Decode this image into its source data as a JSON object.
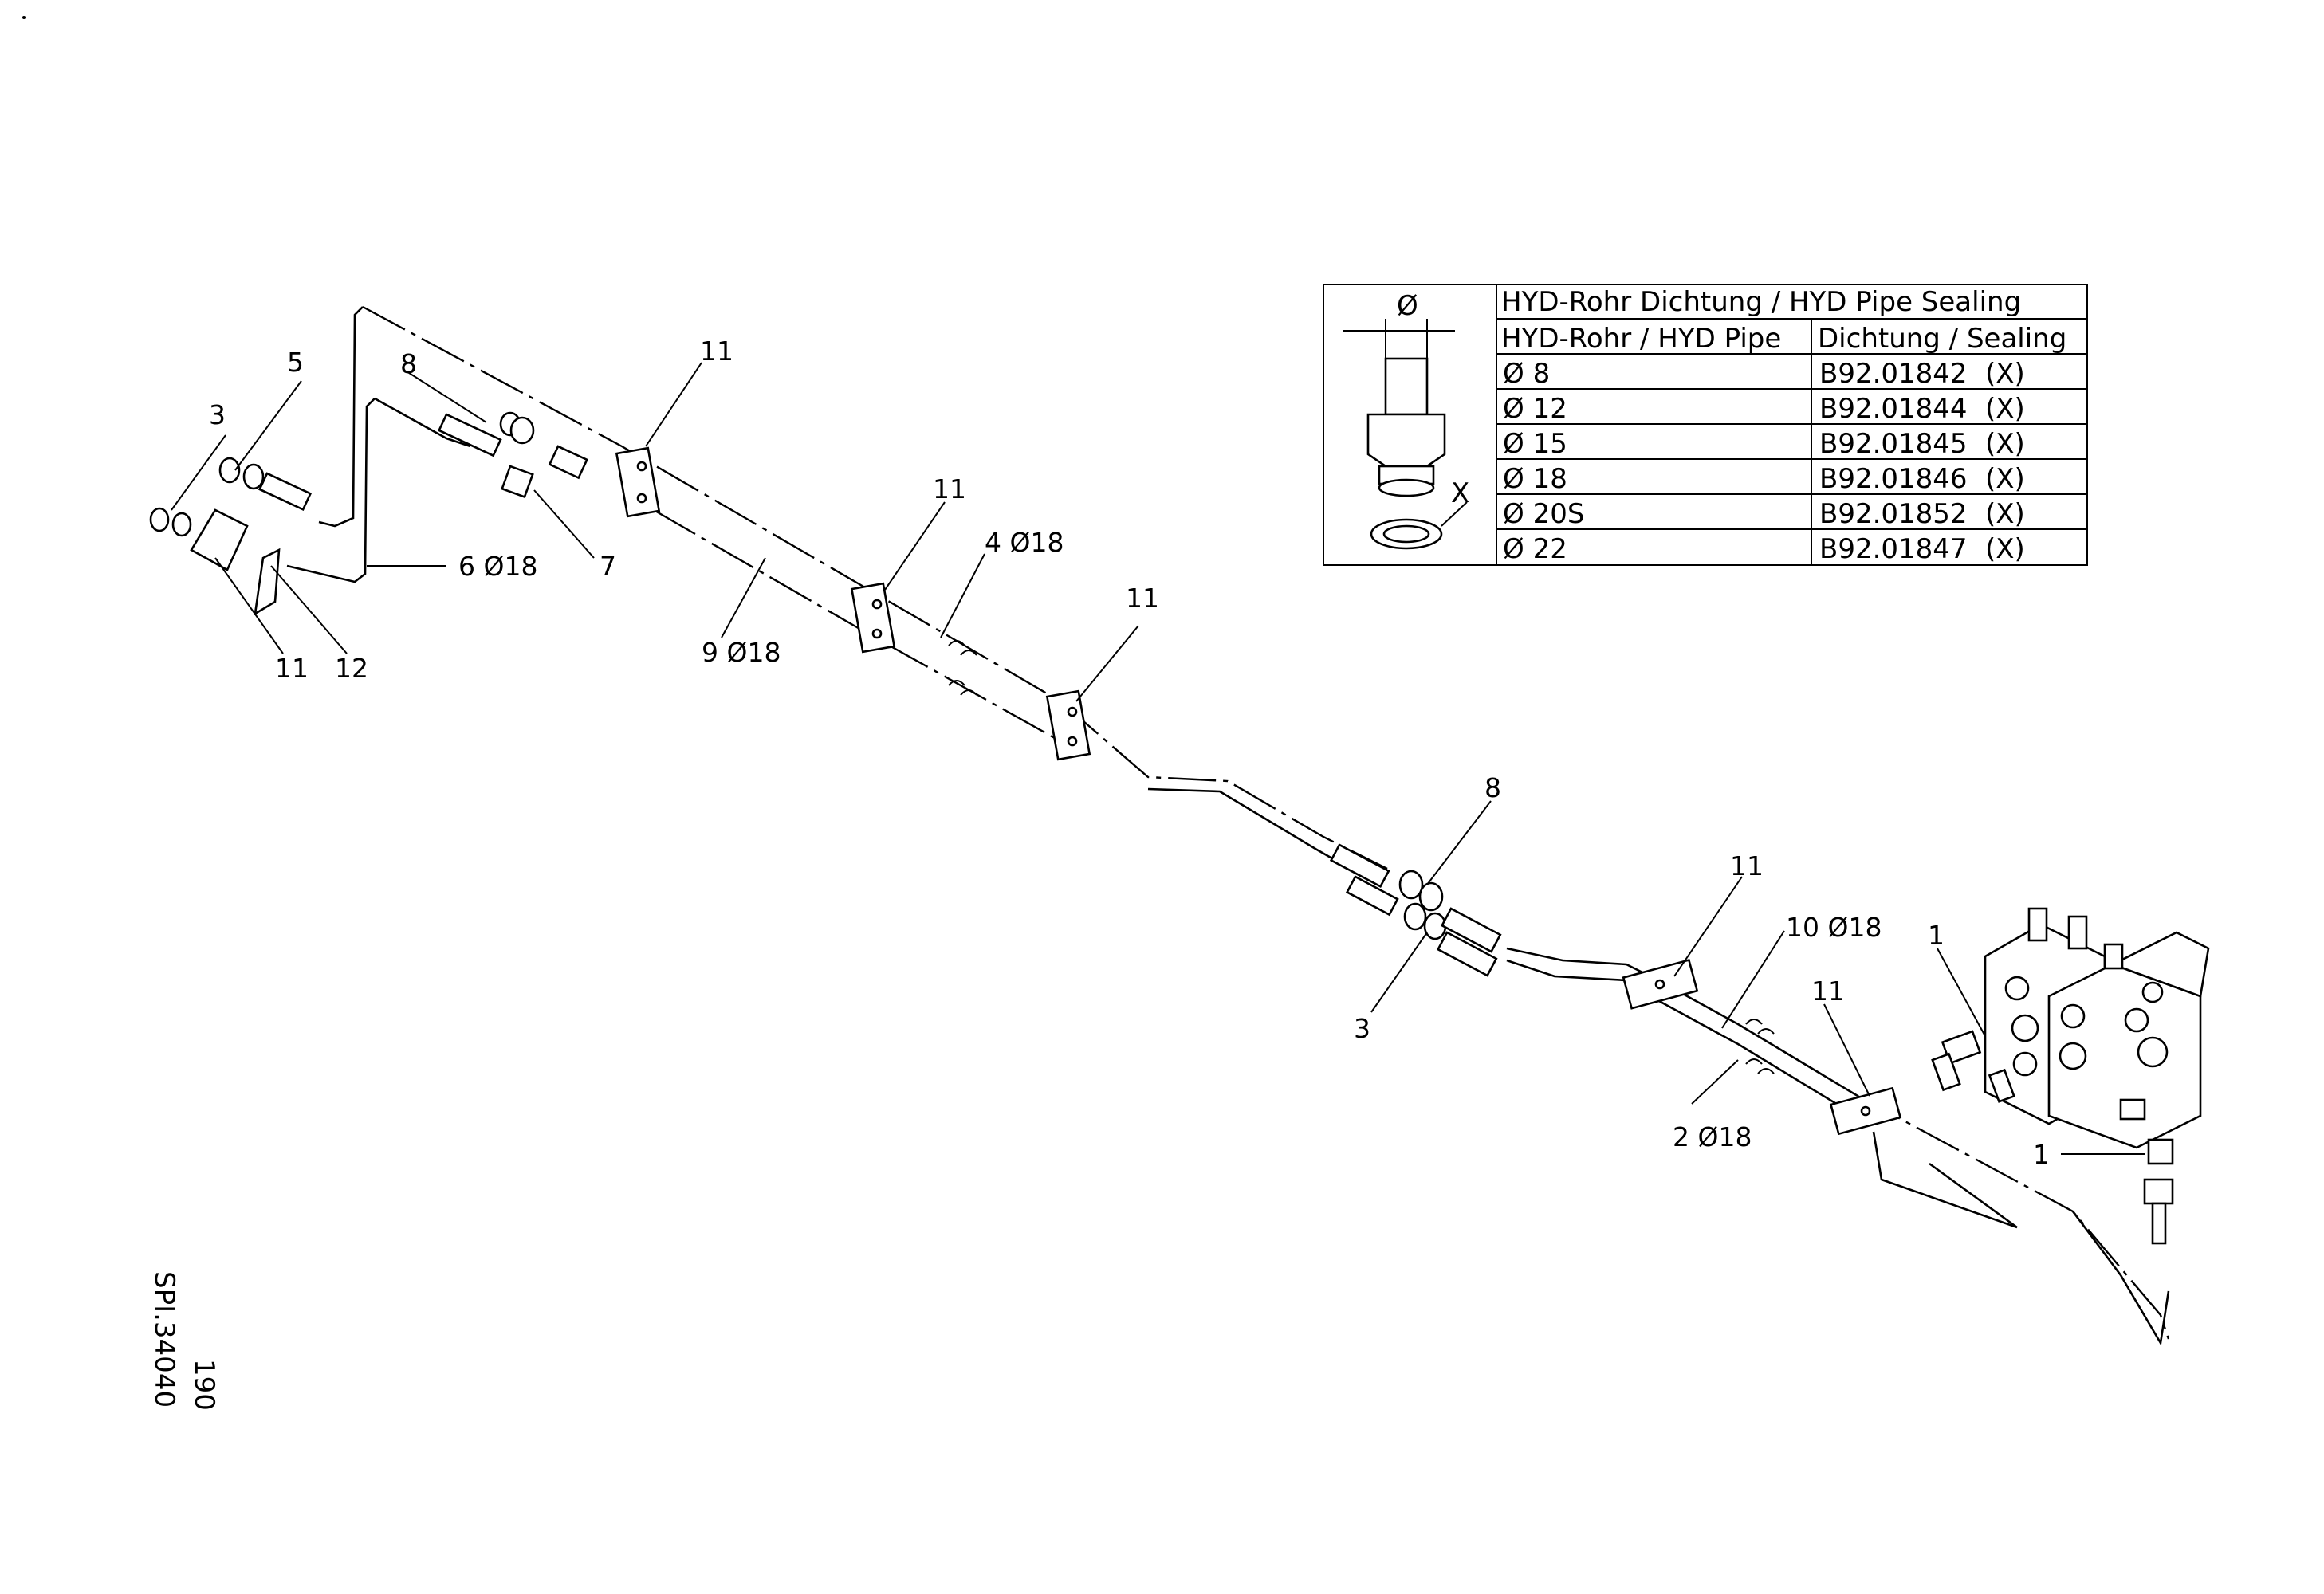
{
  "callouts": [
    {
      "id": "c3a",
      "text": "3"
    },
    {
      "id": "c5",
      "text": "5"
    },
    {
      "id": "c8a",
      "text": "8"
    },
    {
      "id": "c11a",
      "text": "11"
    },
    {
      "id": "c6",
      "text": "6  Ø18"
    },
    {
      "id": "c7",
      "text": "7"
    },
    {
      "id": "c11b",
      "text": "11"
    },
    {
      "id": "c12",
      "text": "12"
    },
    {
      "id": "c9",
      "text": "9  Ø18"
    },
    {
      "id": "c11c",
      "text": "11"
    },
    {
      "id": "c4",
      "text": "4  Ø18"
    },
    {
      "id": "c11d",
      "text": "11"
    },
    {
      "id": "c8b",
      "text": "8"
    },
    {
      "id": "c3b",
      "text": "3"
    },
    {
      "id": "c11e",
      "text": "11"
    },
    {
      "id": "c10",
      "text": "10  Ø18"
    },
    {
      "id": "c1a",
      "text": "1"
    },
    {
      "id": "c11f",
      "text": "11"
    },
    {
      "id": "c2",
      "text": "2  Ø18"
    },
    {
      "id": "c1b",
      "text": "1"
    }
  ],
  "sealing_table": {
    "diameter_symbol": "Ø",
    "seal_marker": "X",
    "title": "HYD-Rohr Dichtung / HYD Pipe Sealing",
    "col_pipe": "HYD-Rohr / HYD Pipe",
    "col_sealing": "Dichtung / Sealing",
    "rows": [
      {
        "pipe": "Ø 8",
        "sealing": "B92.01842",
        "mark": "(X)"
      },
      {
        "pipe": "Ø 12",
        "sealing": "B92.01844",
        "mark": "(X)"
      },
      {
        "pipe": "Ø 15",
        "sealing": "B92.01845",
        "mark": "(X)"
      },
      {
        "pipe": "Ø 18",
        "sealing": "B92.01846",
        "mark": "(X)"
      },
      {
        "pipe": "Ø 20S",
        "sealing": "B92.01852",
        "mark": "(X)"
      },
      {
        "pipe": "Ø 22",
        "sealing": "B92.01847",
        "mark": "(X)"
      }
    ]
  },
  "sheet": {
    "drawing_number": "SPI.34040",
    "page_number": "190"
  }
}
